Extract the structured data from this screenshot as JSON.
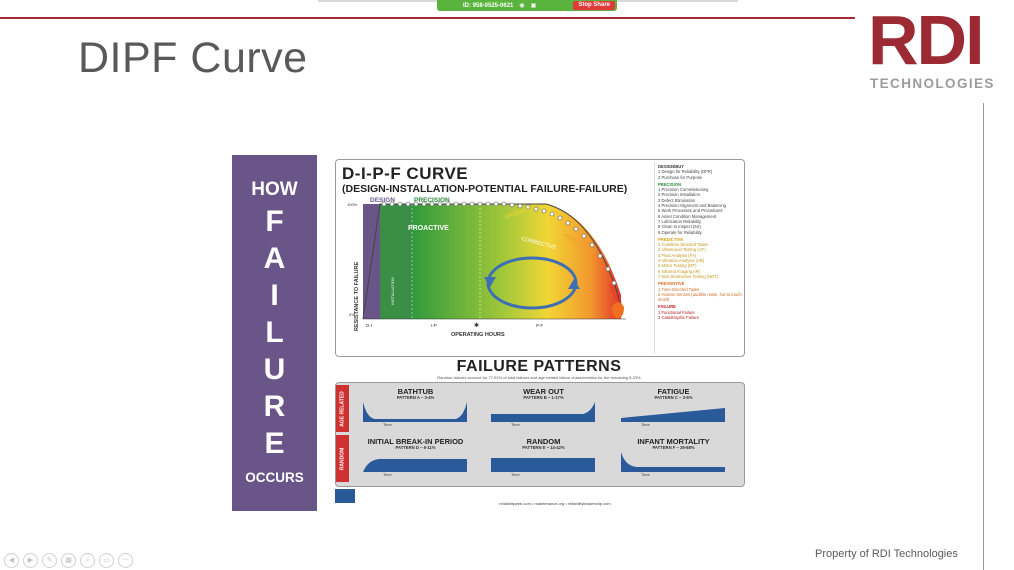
{
  "share_bar": {
    "meeting_id": "ID: 958-0525-0621",
    "stop_label": "Stop Share"
  },
  "slide": {
    "title": "DIPF Curve",
    "logo": {
      "main": "RDI",
      "sub": "TECHNOLOGIES"
    },
    "footer": "Property of RDI Technologies"
  },
  "poster": {
    "side": {
      "top": "HOW",
      "letters": [
        "F",
        "A",
        "I",
        "L",
        "U",
        "R",
        "E"
      ],
      "bottom": "OCCURS"
    },
    "dipf": {
      "title": "D-I-P-F CURVE",
      "subtitle": "(DESIGN-INSTALLATION-POTENTIAL FAILURE-FAILURE)",
      "labels": {
        "design": "DESIGN",
        "precision": "PRECISION",
        "proactive": "PROACTIVE",
        "predictive": "PREDICTIVE",
        "corrective": "CORRECTIVE",
        "preventive": "PREVENTIVE",
        "failure": "FAILURE",
        "y_axis": "RESISTANCE TO FAILURE",
        "x_axis": "OPERATING HOURS",
        "y_top": "100%",
        "y_bottom": "0%",
        "x_di": "D-I",
        "x_ip": "I-P",
        "x_pf": "P-F",
        "installation": "INSTALLATION"
      },
      "legend": [
        {
          "head": "DESIGN/BUY",
          "cls": "design",
          "items": [
            "1  Design for Reliability (DFR)",
            "2  Purchase for Purpose"
          ]
        },
        {
          "head": "PRECISION",
          "cls": "precision",
          "items": [
            "1  Precision Commissioning",
            "2  Precision Installation",
            "3  Defect Elimination",
            "4  Precision Alignment and Balancing",
            "5  Work Processes and Procedures",
            "6  Asset Condition Management",
            "7  Lubrication Reliability",
            "8  Clean to Inspect (5S)",
            "9  Operate for Reliability"
          ]
        },
        {
          "head": "PREDICTIVE",
          "cls": "predictive",
          "items": [
            "1  Condition Directed Tasks",
            "2  Ultrasound Testing (UT)",
            "3  Fluid Analysis (FA)",
            "4  Vibration Analysis (VB)",
            "5  Motor Testing (MT)",
            "6  Infrared Imaging (IR)",
            "7  Non Destructive Testing (NDT)"
          ]
        },
        {
          "head": "PREVENTIVE",
          "cls": "preventive",
          "items": [
            "1  Time-Directed Tasks",
            "2  Human Senses (audible noise, hot to touch, smell)"
          ]
        },
        {
          "head": "FAILURE",
          "cls": "failure",
          "items": [
            "1  Functional Failure",
            "2  Catastrophic Failure"
          ]
        }
      ]
    },
    "failure_patterns": {
      "title": "FAILURE PATTERNS",
      "subtitle": "Random failures account for 77-92% of total failures and age related failure characteristics for the remaining 8-23%",
      "row_labels": [
        "AGE RELATED",
        "RANDOM"
      ],
      "patterns": [
        {
          "name": "BATHTUB",
          "pattern": "PATTERN A ~ 3-4%",
          "time": "Time"
        },
        {
          "name": "WEAR OUT",
          "pattern": "PATTERN B ~ 1-17%",
          "time": "Time"
        },
        {
          "name": "FATIGUE",
          "pattern": "PATTERN C ~ 3-5%",
          "time": "Time"
        },
        {
          "name": "INITIAL BREAK-IN PERIOD",
          "pattern": "PATTERN D ~ 6-11%",
          "time": "Time"
        },
        {
          "name": "RANDOM",
          "pattern": "PATTERN E ~ 14-42%",
          "time": "Time"
        },
        {
          "name": "INFANT MORTALITY",
          "pattern": "PATTERN F ~ 29-68%",
          "time": "Time"
        }
      ]
    },
    "copyright_urls": "reliabilityweb.com  •  maintenance.org  •  reliabilityleadership.com"
  }
}
